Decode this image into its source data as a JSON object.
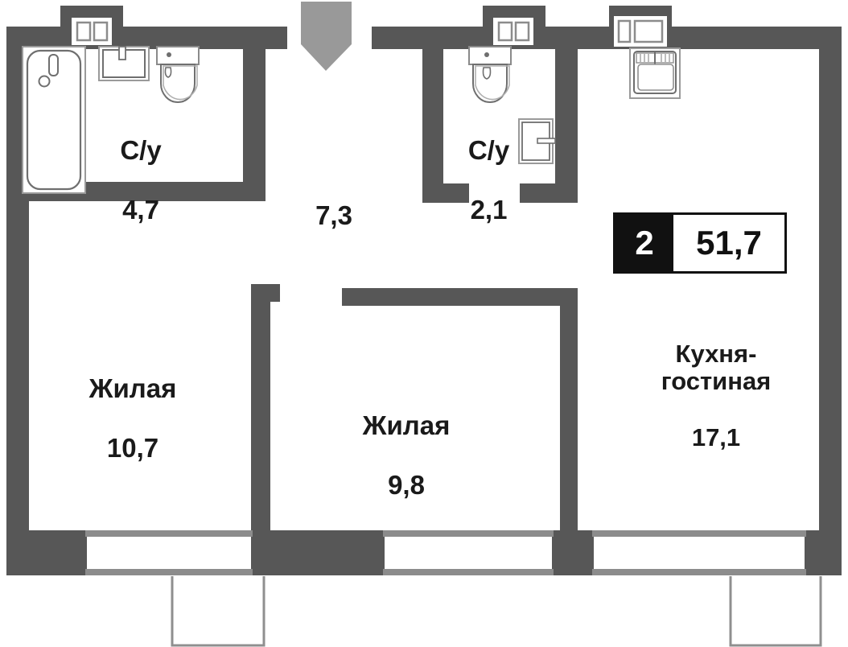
{
  "plan": {
    "type": "apartment-floor-plan",
    "total_area": "51,7",
    "room_count": "2",
    "colors": {
      "wall": "#575757",
      "wall_light": "#8c8c8c",
      "fixture_outline": "#7a7a7a",
      "fixture_outline_dark": "#555555",
      "text": "#1a1a1a",
      "badge_dark": "#111111",
      "badge_light": "#ffffff",
      "entrance_arrow": "#999999",
      "background": "#ffffff"
    },
    "rooms": [
      {
        "id": "bathroom-main",
        "name": "С/у",
        "area": "4,7"
      },
      {
        "id": "bathroom-guest",
        "name": "С/у",
        "area": "2,1"
      },
      {
        "id": "hallway",
        "name": "",
        "area": "7,3"
      },
      {
        "id": "living-room-left",
        "name": "Жилая",
        "area": "10,7"
      },
      {
        "id": "living-room-center",
        "name": "Жилая",
        "area": "9,8"
      },
      {
        "id": "kitchen-living",
        "name": "Кухня-\nгостиная",
        "area": "17,1"
      }
    ],
    "badge": {
      "rooms": "2",
      "area": "51,7"
    },
    "fixtures": [
      {
        "name": "bathtub-icon",
        "room": "bathroom-main"
      },
      {
        "name": "washbasin-icon",
        "room": "bathroom-main"
      },
      {
        "name": "toilet-icon",
        "room": "bathroom-main"
      },
      {
        "name": "toilet-icon",
        "room": "bathroom-guest"
      },
      {
        "name": "cabinet-icon",
        "room": "bathroom-guest"
      },
      {
        "name": "kitchen-sink-icon",
        "room": "kitchen-living"
      }
    ],
    "openings": [
      {
        "name": "window-icon",
        "location": "top-left"
      },
      {
        "name": "window-icon",
        "location": "top-center"
      },
      {
        "name": "window-icon",
        "location": "top-right"
      },
      {
        "name": "entrance-arrow-icon",
        "location": "top-middle"
      },
      {
        "name": "balcony-outline",
        "location": "bottom-left"
      },
      {
        "name": "balcony-outline",
        "location": "bottom-right"
      }
    ]
  }
}
